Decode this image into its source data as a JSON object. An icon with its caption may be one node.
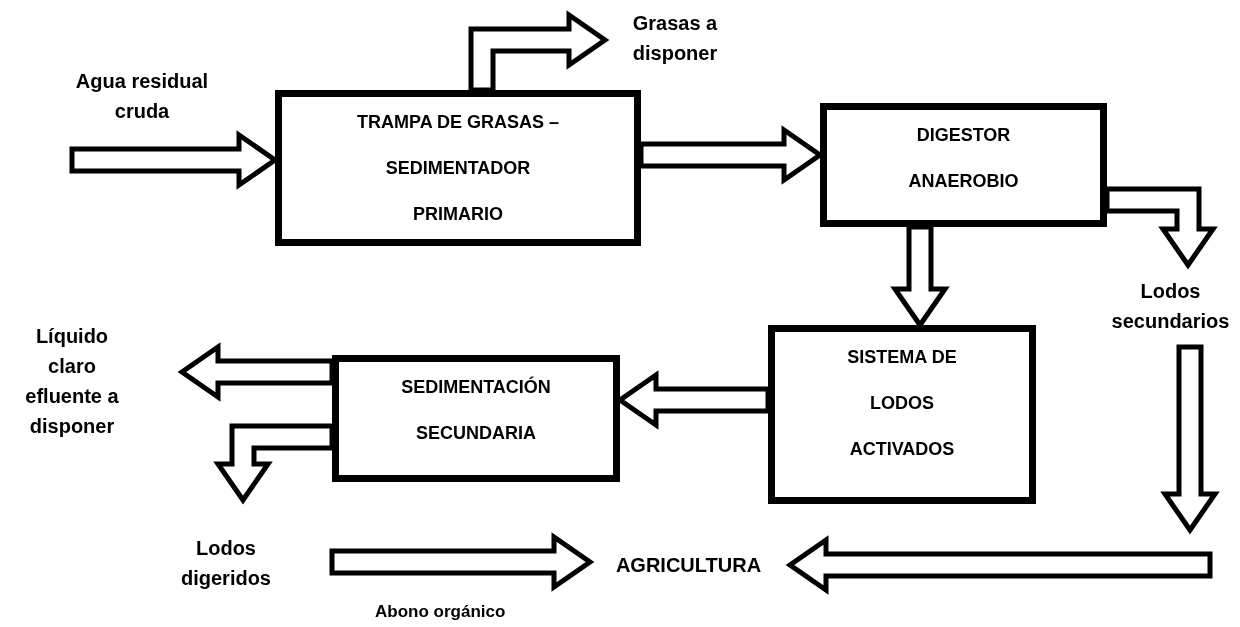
{
  "diagram": {
    "nodes": [
      {
        "text": [
          "Agua residual cruda"
        ]
      },
      {
        "text": [
          "Grasas a disponer"
        ]
      },
      {
        "text": [
          "TRAMPA DE GRASAS – SEDIMENTADOR PRIMARIO"
        ]
      },
      {
        "text": [
          "DIGESTOR ANAEROBIO"
        ]
      },
      {
        "text": [
          "Lodos secundarios"
        ]
      },
      {
        "text": [
          "SISTEMA DE LODOS ACTIVADOS"
        ]
      },
      {
        "text": [
          "SEDIMENTACIÓN SECUNDARIA"
        ]
      },
      {
        "text": [
          "Líquido claro efluente a disponer"
        ]
      },
      {
        "text": [
          "Lodos digeridos"
        ]
      },
      {
        "text": [
          "AGRICULTURA"
        ]
      }
    ],
    "edges": [
      {
        "from": 0,
        "to": 2,
        "arrow": "to"
      },
      {
        "from": 2,
        "to": 1,
        "arrow": "to"
      },
      {
        "from": 2,
        "to": 3,
        "arrow": "to"
      },
      {
        "from": 3,
        "to": 5,
        "arrow": "to"
      },
      {
        "from": 3,
        "to": 4,
        "arrow": "to"
      },
      {
        "from": 4,
        "to": null,
        "arrow": "to"
      },
      {
        "from": null,
        "to": 9,
        "arrow": "to"
      },
      {
        "from": 5,
        "to": 6,
        "arrow": "to"
      },
      {
        "from": 6,
        "to": 7,
        "arrow": "to"
      },
      {
        "from": 6,
        "to": 8,
        "arrow": "to"
      },
      {
        "from": 8,
        "to": 9,
        "arrow": "to",
        "label": "Abono orgánico"
      }
    ]
  }
}
